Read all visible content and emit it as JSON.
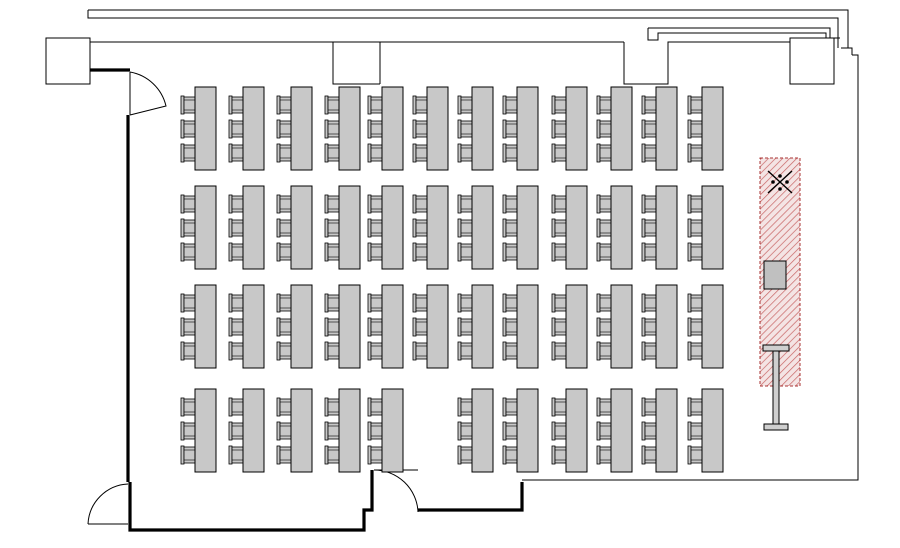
{
  "colors": {
    "wall": "#000000",
    "table": "#c8c8c8",
    "stage_hatch": "#c86464",
    "background": "#ffffff"
  },
  "layout": {
    "seating_style": "classroom",
    "table_grid": {
      "rows": 4,
      "columns": 12,
      "chairs_per_table": 3,
      "last_row_missing_column": 5
    },
    "stage": {
      "present": true,
      "items": [
        "projector-symbol",
        "podium",
        "screen-stand"
      ]
    }
  }
}
